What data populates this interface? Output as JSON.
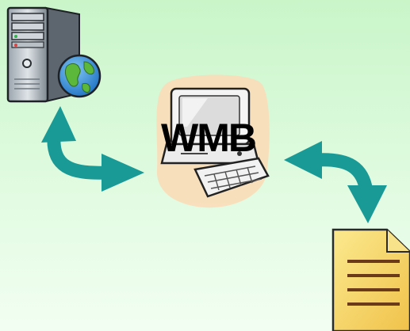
{
  "diagram": {
    "center_label": "WMB",
    "nodes": [
      {
        "id": "server",
        "icon": "server-globe-icon"
      },
      {
        "id": "computer",
        "icon": "desktop-computer-icon"
      },
      {
        "id": "document",
        "icon": "document-icon"
      }
    ],
    "edges": [
      {
        "from": "server",
        "to": "computer",
        "direction": "bidirectional"
      },
      {
        "from": "computer",
        "to": "document",
        "direction": "bidirectional"
      }
    ],
    "colors": {
      "arrow": "#1a9a96",
      "background_top": "#c9f5c9",
      "background_bottom": "#f2fef2",
      "document_fill": "#f4d76a",
      "globe_water": "#2f8fd8",
      "globe_land": "#5bb83a"
    }
  }
}
